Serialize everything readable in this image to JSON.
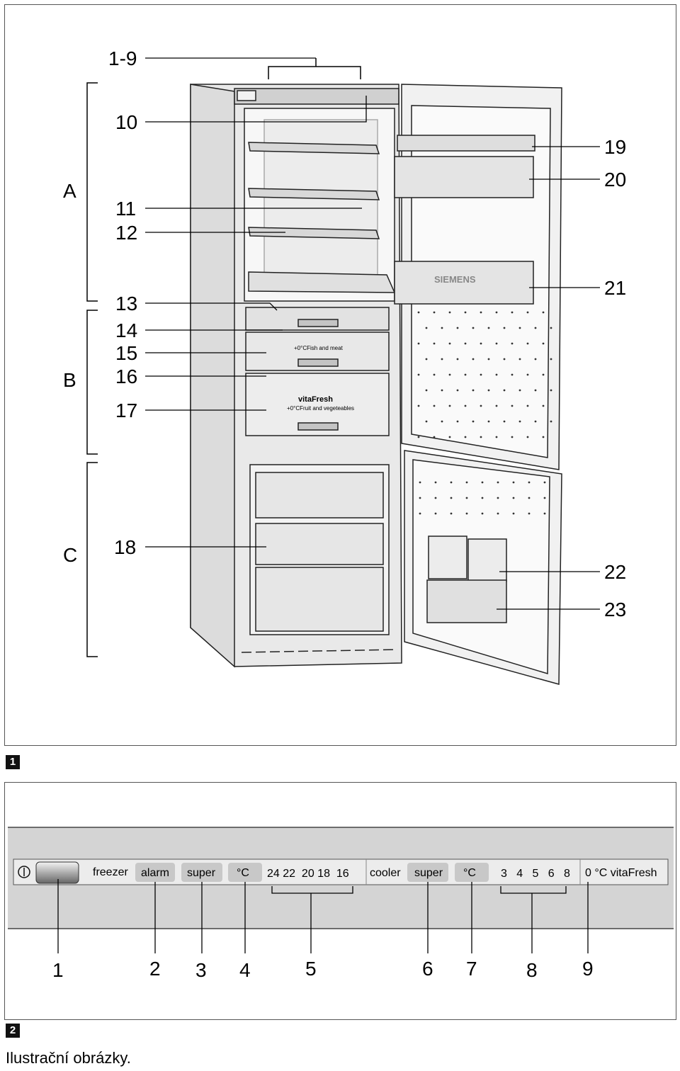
{
  "figure1": {
    "number": "1",
    "groups": [
      "A",
      "B",
      "C"
    ],
    "left_labels": [
      "1-9",
      "10",
      "11",
      "12",
      "13",
      "14",
      "15",
      "16",
      "17",
      "18"
    ],
    "right_labels": [
      "19",
      "20",
      "21",
      "22",
      "23"
    ],
    "drawer_texts": {
      "fish_and_meat": "+0°CFish and meat",
      "vitafresh": "vitaFresh",
      "fruit_and_vegetables": "+0°CFruit and vegeteables",
      "brand": "SIEMENS"
    }
  },
  "figure2": {
    "number": "2",
    "panel": {
      "freezer_label": "freezer",
      "alarm_button": "alarm",
      "super_button_freezer": "super",
      "unit_button_freezer": "°C",
      "freezer_temps": "24 22  20 18  16",
      "cooler_label": "cooler",
      "super_button_cooler": "super",
      "unit_button_cooler": "°C",
      "cooler_temps": "3   4   5   6   8",
      "vitafresh_indicator": "0 °C vitaFresh"
    },
    "callouts": [
      "1",
      "2",
      "3",
      "4",
      "5",
      "6",
      "7",
      "8",
      "9"
    ]
  },
  "caption": "Ilustrační obrázky."
}
